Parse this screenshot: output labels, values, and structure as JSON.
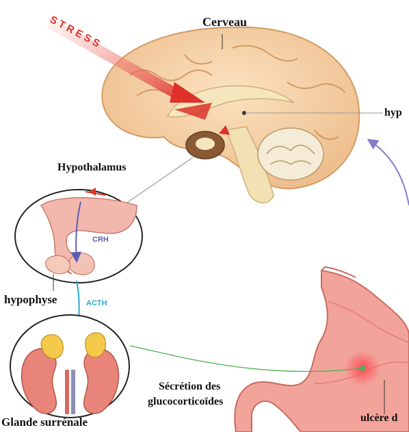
{
  "labels": {
    "stress": "STRESS",
    "cerveau": "Cerveau",
    "hypothalamus_right": "hyp",
    "hypothalamus": "Hypothalamus",
    "crh": "CRH",
    "hypophyse": "hypophyse",
    "acth": "ACTH",
    "secretion_line1": "Sécrétion des",
    "secretion_line2": "glucocorticoïdes",
    "glande": "Glande surrénale",
    "ulcere": "ulcère d"
  },
  "colors": {
    "stress": "#e0302a",
    "crh": "#5a5fb0",
    "acth": "#2aa7d8",
    "feedback_arrow": "#8a7ac8",
    "green_line": "#4caf50"
  }
}
